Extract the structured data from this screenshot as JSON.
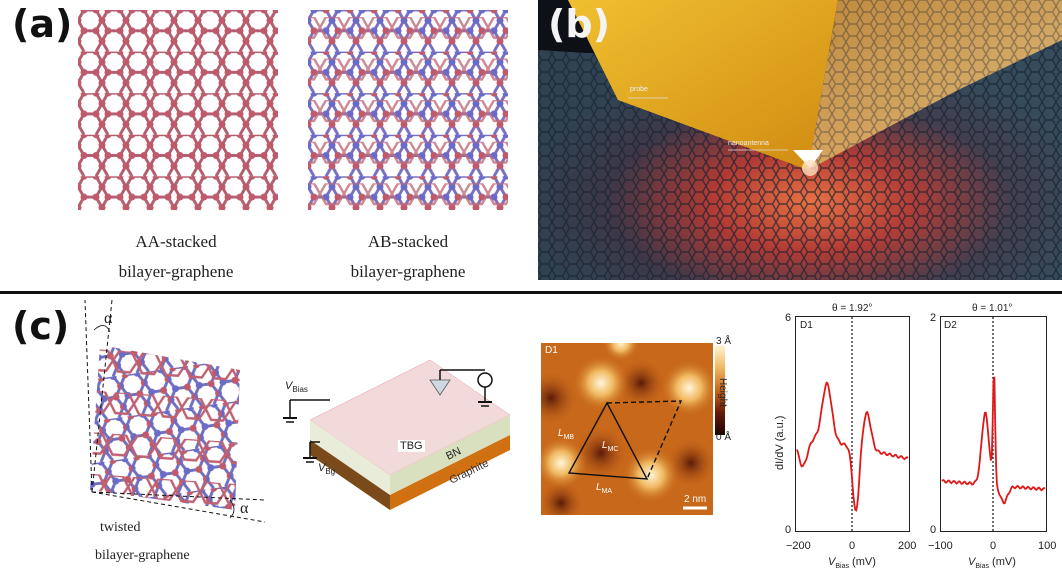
{
  "panels": {
    "a": {
      "label": "(a)",
      "aa_line1": "AA-stacked",
      "aa_line2": "bilayer-graphene",
      "ab_line1": "AB-stacked",
      "ab_line2": "bilayer-graphene"
    },
    "b": {
      "label": "(b)",
      "probe": "probe",
      "antenna": "nanoantenna"
    },
    "c": {
      "label": "(c)",
      "alpha": "α",
      "twisted_line1": "twisted",
      "twisted_line2": "bilayer-graphene",
      "device": {
        "vbias": "V",
        "vbias_sub": "Bias",
        "vbg": "V",
        "vbg_sub": "Bg",
        "tbg": "TBG",
        "bn": "BN",
        "graphite": "Graphite"
      },
      "stm": {
        "tag": "D1",
        "scale_max": "3 Å",
        "scale_min": "0 Å",
        "scale_title": "Height",
        "lmb": "L",
        "lmb_sub": "MB",
        "lmc": "L",
        "lmc_sub": "MC",
        "lma": "L",
        "lma_sub": "MA",
        "bar": "2 nm"
      },
      "spectra": [
        {
          "tag": "D1",
          "theta": "θ = 1.92°",
          "ymax": "6",
          "ymin": "0",
          "xmin": "−200",
          "xmid": "0",
          "xmax": "200",
          "ylabel": "dI/dV (a.u.)",
          "xlabel_v": "V",
          "xlabel_sub": "Bias",
          "xlabel_unit": " (mV)"
        },
        {
          "tag": "D2",
          "theta": "θ = 1.01°",
          "ymax": "2",
          "ymin": "0",
          "xmin": "−100",
          "xmid": "0",
          "xmax": "100",
          "xlabel_v": "V",
          "xlabel_sub": "Bias",
          "xlabel_unit": " (mV)"
        }
      ]
    }
  },
  "colors": {
    "atom_red": "#c0606e",
    "atom_blue": "#6a6ac8",
    "curve": "#e01818",
    "gold": "#e0a020"
  }
}
